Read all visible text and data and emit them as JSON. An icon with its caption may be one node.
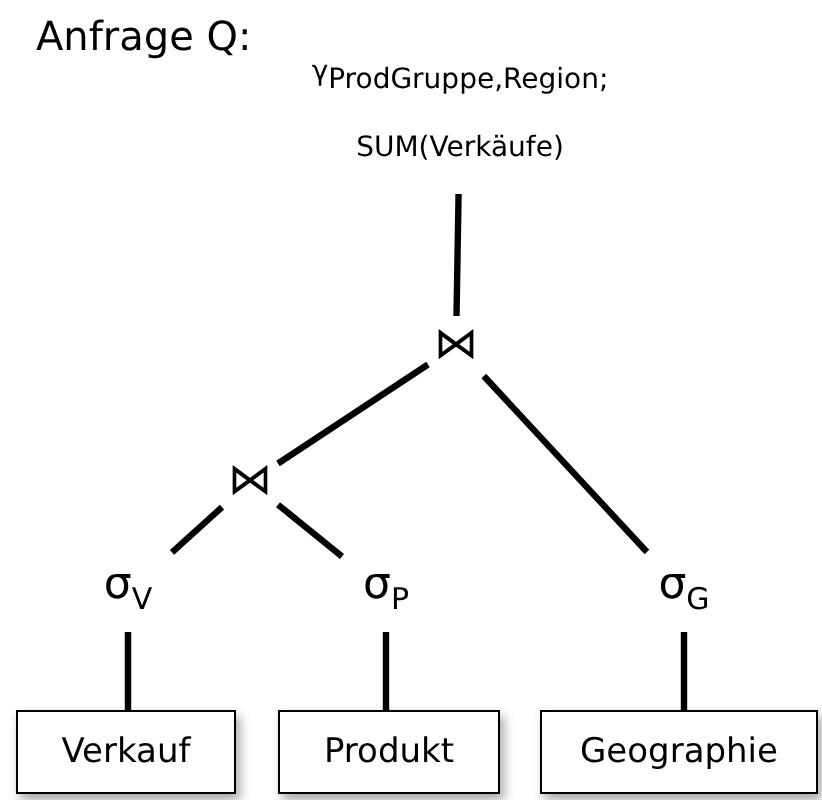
{
  "diagram": {
    "title": "Anfrage Q:",
    "nodes": [
      {
        "text": [
          "γ$_{ProdGruppe,Region;}$ SUM(Verkäufe)"
        ]
      },
      {
        "text": [
          "⋈"
        ]
      },
      {
        "text": [
          "⋈"
        ]
      },
      {
        "text": [
          "σ$_{V}$"
        ]
      },
      {
        "text": [
          "σ$_{P}$"
        ]
      },
      {
        "text": [
          "σ$_{G}$"
        ]
      },
      {
        "text": [
          "Verkauf"
        ]
      },
      {
        "text": [
          "Produkt"
        ]
      },
      {
        "text": [
          "Geographie"
        ]
      }
    ],
    "edges": [
      {
        "from": 0,
        "to": 1,
        "arrow": "none"
      },
      {
        "from": 1,
        "to": 2,
        "arrow": "none"
      },
      {
        "from": 1,
        "to": 5,
        "arrow": "none"
      },
      {
        "from": 2,
        "to": 3,
        "arrow": "none"
      },
      {
        "from": 2,
        "to": 4,
        "arrow": "none"
      },
      {
        "from": 3,
        "to": 6,
        "arrow": "none"
      },
      {
        "from": 4,
        "to": 7,
        "arrow": "none"
      },
      {
        "from": 5,
        "to": 8,
        "arrow": "none"
      }
    ]
  }
}
